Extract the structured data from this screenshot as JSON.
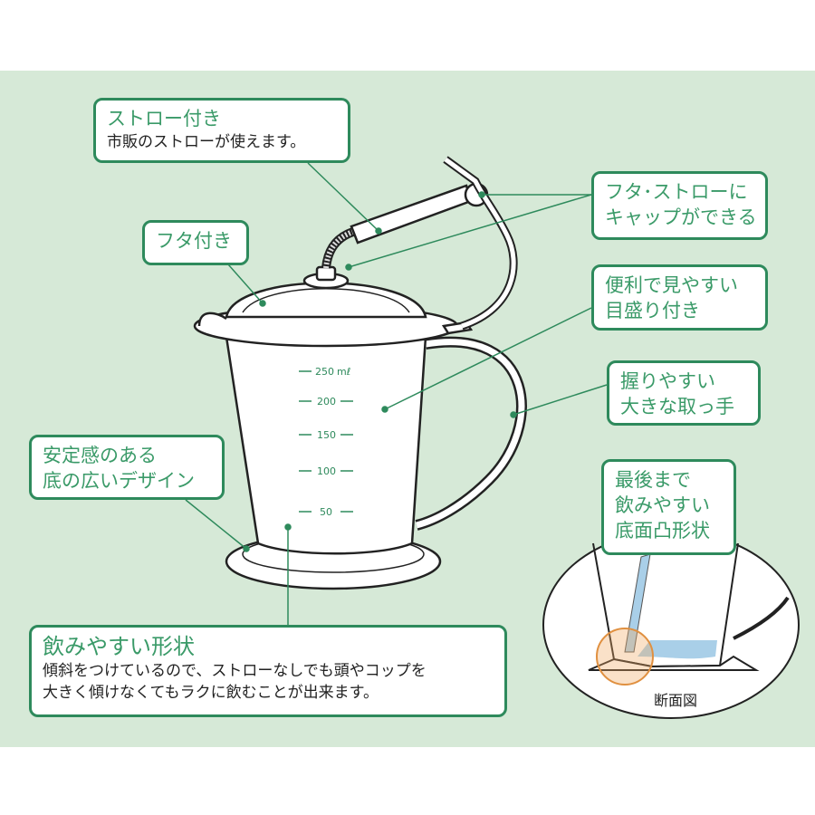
{
  "callouts": {
    "straw": {
      "title": "ストロー付き",
      "body": "市販のストローが使えます。"
    },
    "lid": {
      "title": "フタ付き"
    },
    "cap": {
      "line1": "フタ･ストローに",
      "line2": "キャップができる"
    },
    "scale": {
      "line1": "便利で見やすい",
      "line2": "目盛り付き"
    },
    "handle": {
      "line1": "握りやすい",
      "line2": "大きな取っ手"
    },
    "base": {
      "line1": "安定感のある",
      "line2": "底の広いデザイン"
    },
    "bottom": {
      "line1": "最後まで",
      "line2": "飲みやすい",
      "line3": "底面凸形状"
    },
    "shape": {
      "title": "飲みやすい形状",
      "line1": "傾斜をつけているので、ストローなしでも頭やコップを",
      "line2": "大きく傾けなくてもラクに飲むことが出来ます。"
    }
  },
  "cross_section_label": "断面図",
  "scale_marks": [
    "250",
    "200",
    "150",
    "100",
    "50"
  ],
  "scale_unit": "mℓ",
  "colors": {
    "accent": "#2e8a5c",
    "background": "#d6e9d7",
    "water": "#a9cfe8",
    "highlight": "#f0a860"
  }
}
